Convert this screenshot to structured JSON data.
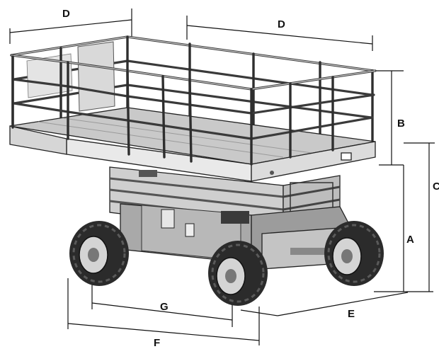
{
  "diagram": {
    "dimension_labels": {
      "d_left": "D",
      "d_right": "D",
      "b": "B",
      "c": "C",
      "a": "A",
      "e": "E",
      "f": "F",
      "g": "G"
    }
  }
}
